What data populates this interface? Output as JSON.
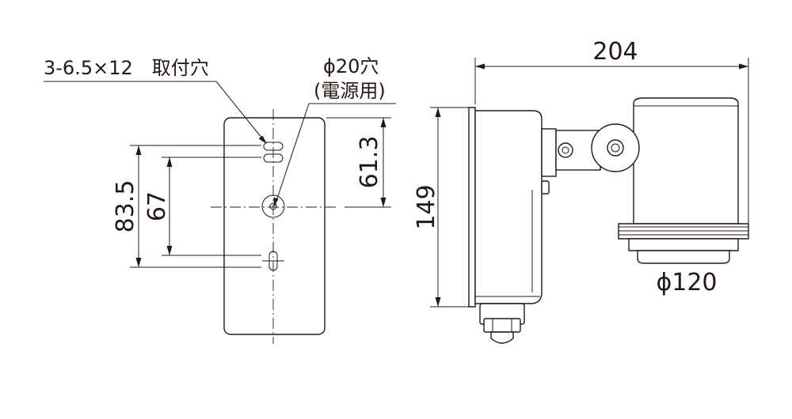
{
  "annotations": {
    "mount_holes": "3-6.5×12　取付穴",
    "cable_hole": "ϕ20穴",
    "cable_hole_note": "(電源用)"
  },
  "dimensions": {
    "overall_width": "204",
    "hole_pitch_a": "61.3",
    "hole_pitch_b": "83.5",
    "hole_pitch_c": "67",
    "overall_height": "149",
    "lamp_diameter": "ϕ120"
  }
}
